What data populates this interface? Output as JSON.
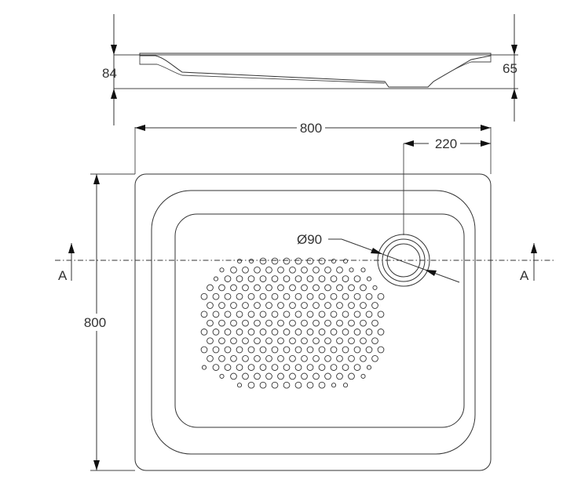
{
  "drawing": {
    "dimensions": {
      "side_height_left": "84",
      "side_height_right": "65",
      "width": "800",
      "drain_offset": "220",
      "depth": "800",
      "drain_diameter": "Ø90"
    },
    "section_marker": "A",
    "colors": {
      "line": "#333333",
      "background": "#ffffff"
    }
  }
}
